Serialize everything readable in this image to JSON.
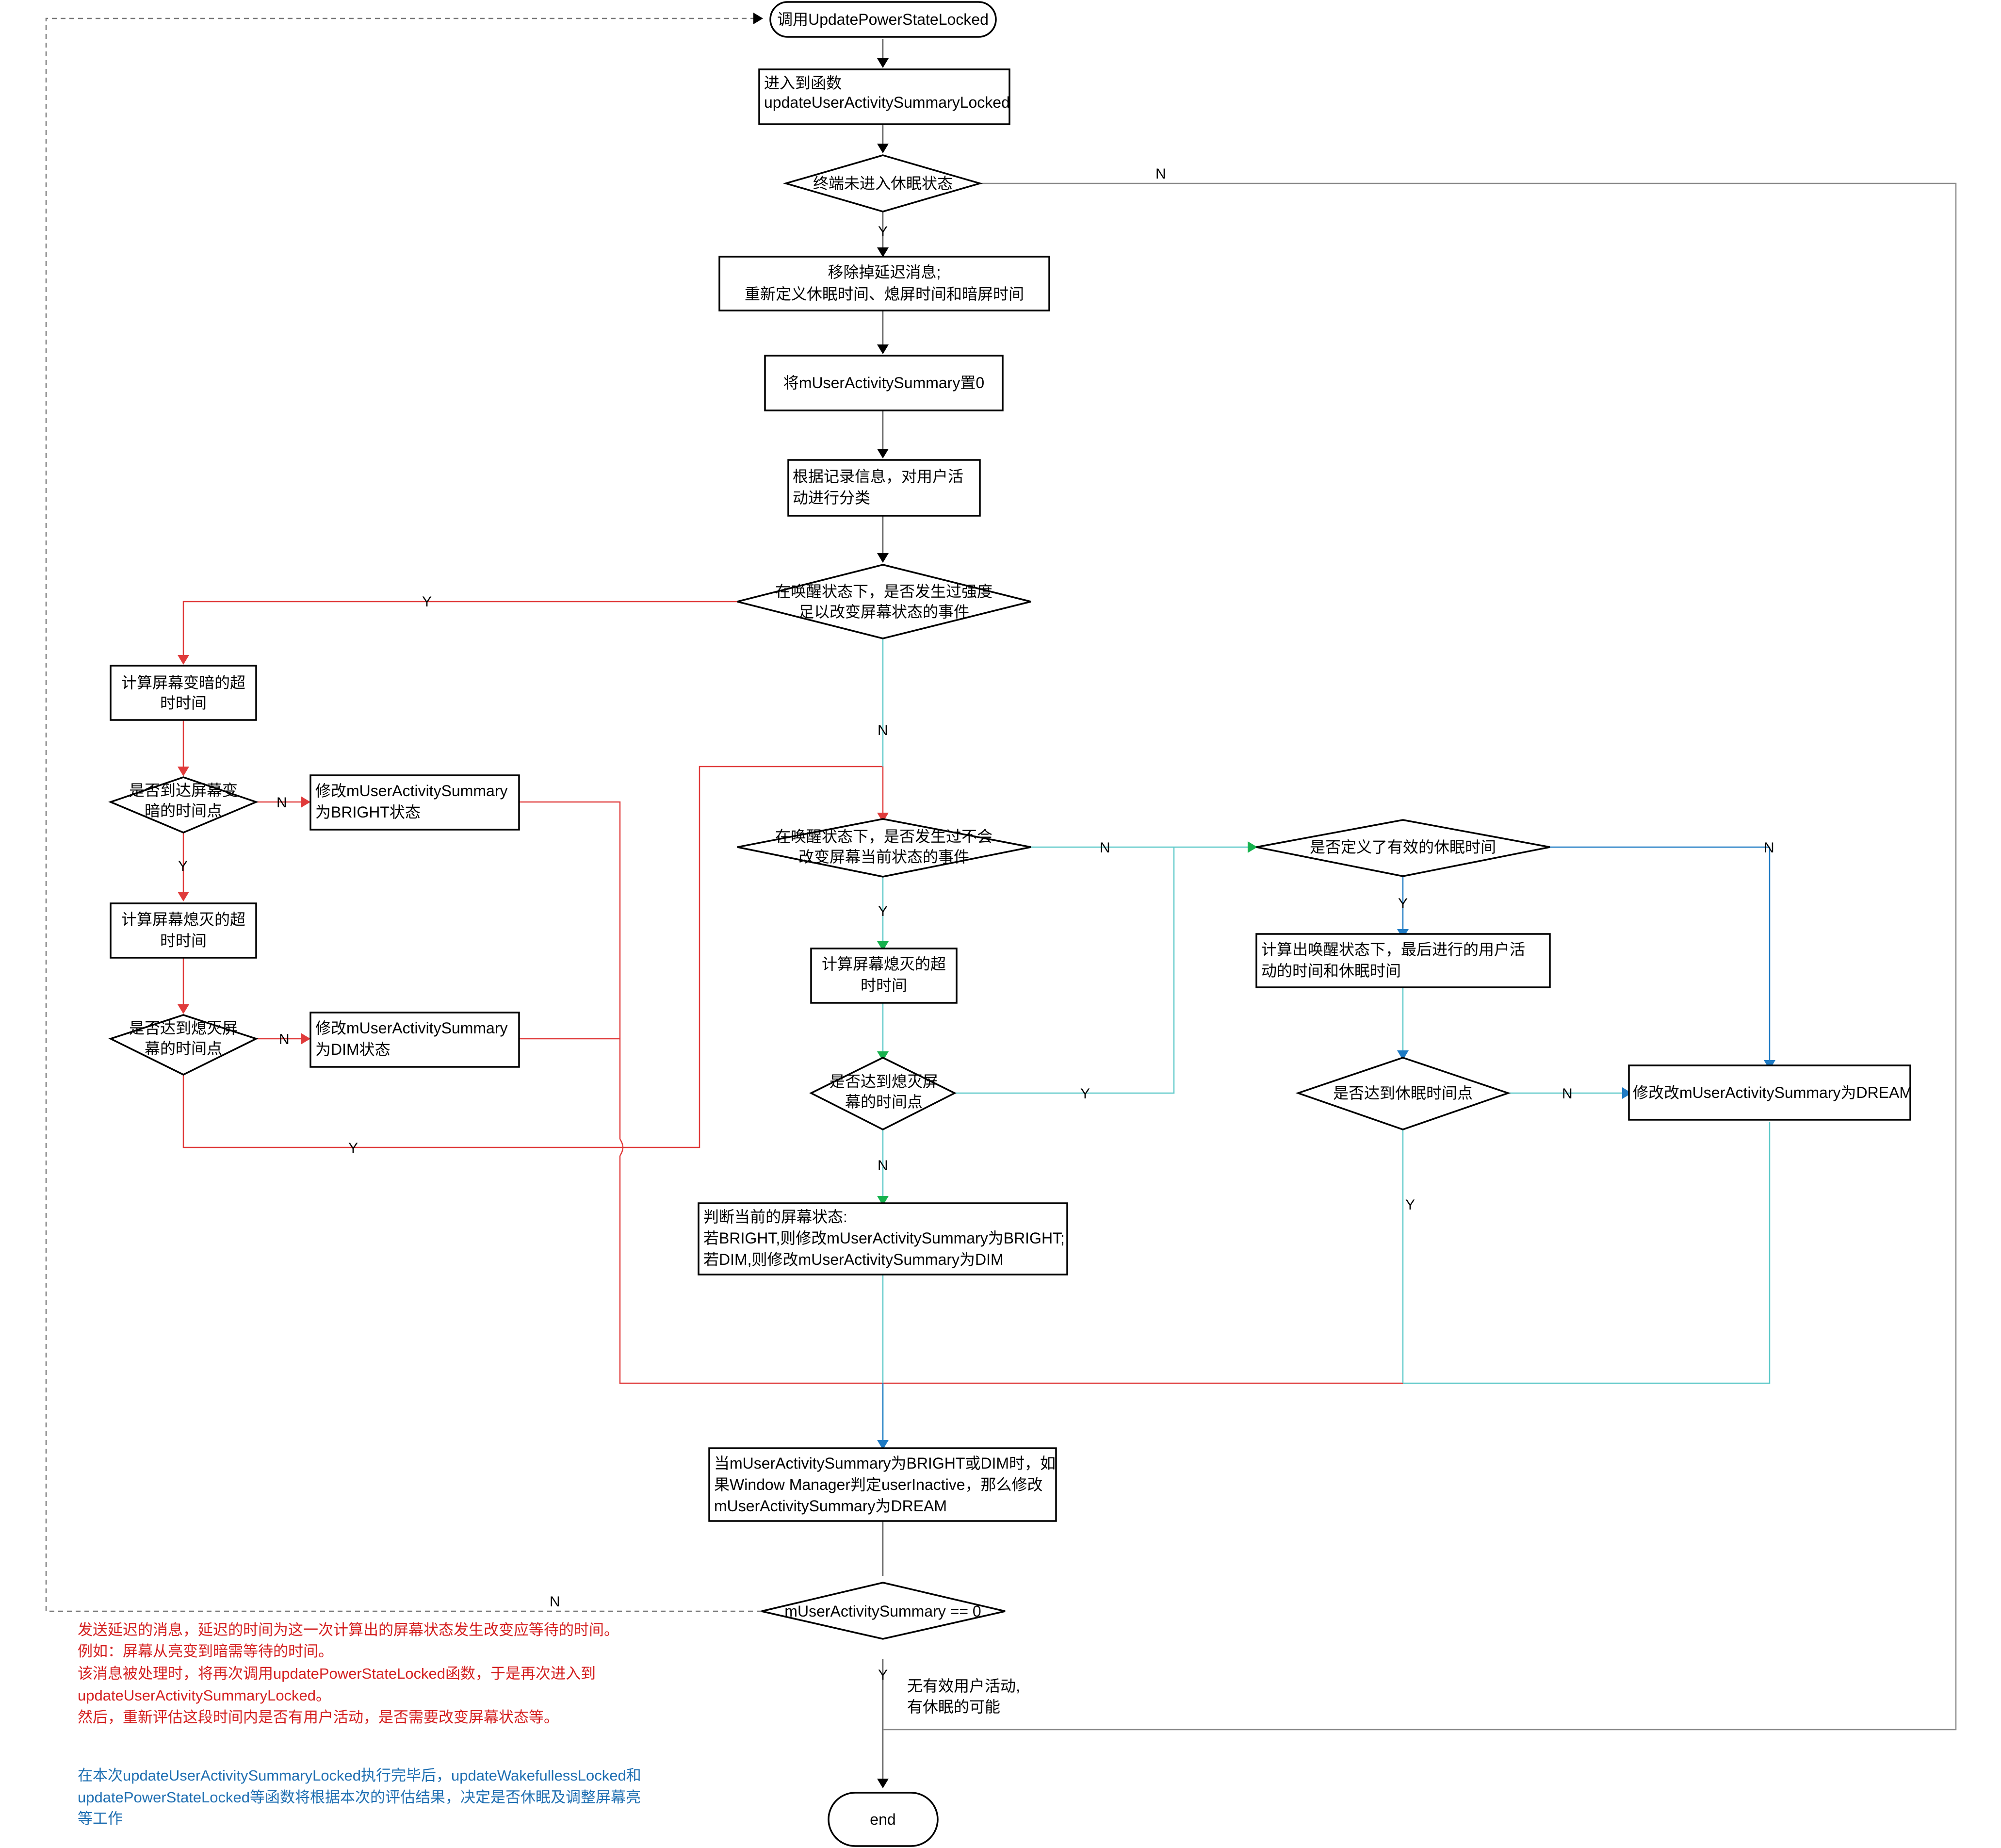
{
  "colors": {
    "black": "#000000",
    "gray": "#666666",
    "red": "#e03b3b",
    "teal": "#5fc9c9",
    "blue": "#1f7bc4",
    "green": "#17b24e",
    "note_red": "#d42020",
    "note_blue": "#1f6fb2"
  },
  "nodes": {
    "start": "调用UpdatePowerStateLocked",
    "enter": [
      "进入到函数",
      "updateUserActivitySummaryLocked"
    ],
    "not_asleep": "终端未进入休眠状态",
    "remove_msg": [
      "移除掉延迟消息;",
      "重新定义休眠时间、熄屏时间和暗屏时间"
    ],
    "set_zero": "将mUserActivitySummary置0",
    "classify": [
      "根据记录信息，对用户活",
      "动进行分类"
    ],
    "strong_event": [
      "在唤醒状态下，是否发生过强度",
      "足以改变屏幕状态的事件"
    ],
    "calc_dim_timeout": [
      "计算屏幕变暗的超",
      "时时间"
    ],
    "reach_dim": [
      "是否到达屏幕变",
      "暗的时间点"
    ],
    "set_bright": [
      "修改mUserActivitySummary",
      "为BRIGHT状态"
    ],
    "calc_off_timeout_left": [
      "计算屏幕熄灭的超",
      "时时间"
    ],
    "reach_off_left": [
      "是否达到熄灭屏",
      "幕的时间点"
    ],
    "set_dim": [
      "修改mUserActivitySummary",
      "为DIM状态"
    ],
    "weak_event": [
      "在唤醒状态下，是否发生过不会",
      "改变屏幕当前状态的事件"
    ],
    "calc_off_timeout_mid": [
      "计算屏幕熄灭的超",
      "时时间"
    ],
    "reach_off_mid": [
      "是否达到熄灭屏",
      "幕的时间点"
    ],
    "judge_state": [
      "判断当前的屏幕状态:",
      "若BRIGHT,则修改mUserActivitySummary为BRIGHT;",
      "若DIM,则修改mUserActivitySummary为DIM"
    ],
    "valid_sleep": "是否定义了有效的休眠时间",
    "calc_last_activity": [
      "计算出唤醒状态下，最后进行的用户活",
      "动的时间和休眠时间"
    ],
    "reach_sleep": "是否达到休眠时间点",
    "set_dream": "修改改mUserActivitySummary为DREAM",
    "wm_inactive": [
      "当mUserActivitySummary为BRIGHT或DIM时，如",
      "果Window Manager判定userInactive，那么修改",
      "mUserActivitySummary为DREAM"
    ],
    "summary_zero": "mUserActivitySummary == 0",
    "end": "end"
  },
  "edge_labels": {
    "yes": "Y",
    "no": "N"
  },
  "notes": {
    "red_lines": [
      "发送延迟的消息，延迟的时间为这一次计算出的屏幕状态发生改变应等待的时间。",
      "例如：屏幕从亮变到暗需等待的时间。",
      "该消息被处理时，将再次调用updatePowerStateLocked函数，于是再次进入到",
      "updateUserActivitySummaryLocked。",
      "然后，重新评估这段时间内是否有用户活动，是否需要改变屏幕状态等。"
    ],
    "blue_lines": [
      "在本次updateUserActivitySummaryLocked执行完毕后，updateWakefullessLocked和",
      "updatePowerStateLocked等函数将根据本次的评估结果，决定是否休眠及调整屏幕亮",
      "等工作"
    ],
    "no_activity": [
      "无有效用户活动,",
      "有休眠的可能"
    ]
  }
}
